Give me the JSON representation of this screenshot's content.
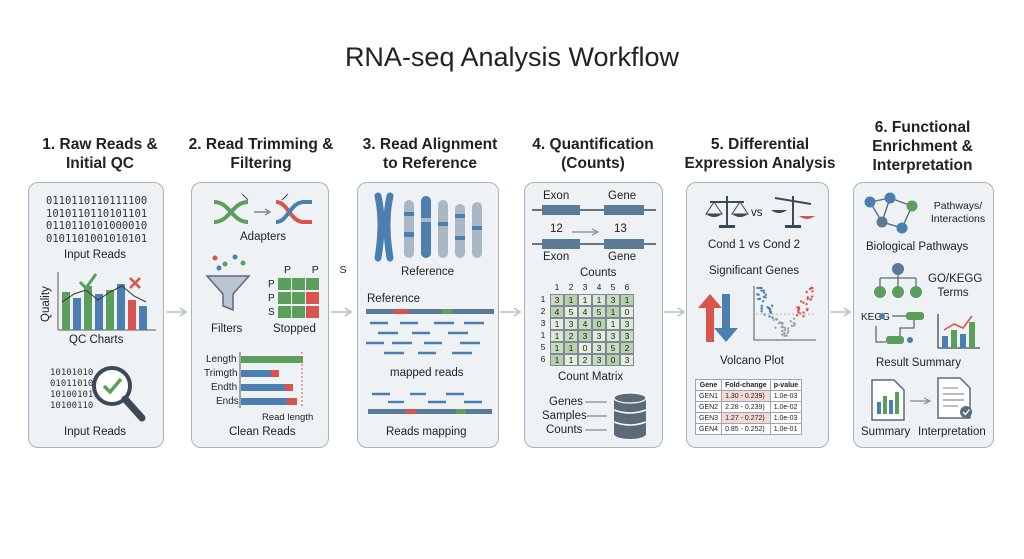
{
  "title": "RNA-seq Analysis Workflow",
  "colors": {
    "panel_bg": "#eef2f5",
    "panel_border": "#a7b3bd",
    "green": "#5c9f5c",
    "red": "#d9534f",
    "blue": "#4a7fb0",
    "slate": "#5b7a95"
  },
  "steps": [
    {
      "title": "1. Raw Reads & Initial QC",
      "binary": "0110110110111100\n1010110110101101\n0110110101000010\n0101101001010101",
      "label_top": "Input Reads",
      "axis": "Quality",
      "label_mid": "QC Charts",
      "binary_small": "10101010\n01011010\n10100101\n10100110",
      "label_bottom": "Input Reads"
    },
    {
      "title": "2. Read Trimming & Filtering",
      "adapters": "Adapters",
      "filters": "Filters",
      "stopped": "Stopped",
      "pps": [
        "P",
        "P",
        "S"
      ],
      "bar_labels": [
        "Length",
        "Trimgth",
        "Endth",
        "Ends"
      ],
      "read_length": "Read length",
      "clean_reads": "Clean Reads"
    },
    {
      "title": "3. Read Alignment to Reference",
      "reference": "Reference",
      "reference2": "Reference",
      "mapped_reads": "mapped reads",
      "reads_mapping": "Reads mapping"
    },
    {
      "title": "4. Quantification (Counts)",
      "exon": "Exon",
      "gene": "Gene",
      "n1": "12",
      "n2": "13",
      "exon2": "Exon",
      "gene2": "Gene",
      "counts": "Counts",
      "col_headers": [
        "1",
        "2",
        "3",
        "4",
        "5",
        "6"
      ],
      "rows": [
        [
          "1",
          "3",
          "1",
          "1",
          "1",
          "3",
          "1"
        ],
        [
          "2",
          "4",
          "5",
          "4",
          "5",
          "1",
          "0"
        ],
        [
          "3",
          "1",
          "3",
          "4",
          "0",
          "1",
          "3"
        ],
        [
          "1",
          "1",
          "2",
          "3",
          "3",
          "3",
          "3"
        ],
        [
          "5",
          "1",
          "1",
          "0",
          "3",
          "5",
          "2"
        ],
        [
          "6",
          "1",
          "1",
          "2",
          "3",
          "0",
          "3"
        ]
      ],
      "matrix_label": "Count Matrix",
      "db_labels": [
        "Genes",
        "Samples",
        "Counts"
      ]
    },
    {
      "title": "5. Differential Expression Analysis",
      "vs": "vs",
      "cond": "Cond 1 vs Cond 2",
      "sig": "Significant Genes",
      "volcano": "Volcano Plot",
      "table_headers": [
        "Gene",
        "Fold-change",
        "p-value"
      ],
      "table_rows": [
        [
          "GEN1",
          "1.30 - 0.239)",
          "1.0e-03"
        ],
        [
          "GEN2",
          "2.28 - 0.239)",
          "1.0e-02"
        ],
        [
          "GEN3",
          "1.27 - 0.272)",
          "1.0e-03"
        ],
        [
          "GEN4",
          "0.85 - 0.252)",
          "1.0e-01"
        ]
      ]
    },
    {
      "title": "6. Functional Enrichment & Interpretation",
      "pathways_inter": "Pathways/ Interactions",
      "bio": "Biological Pathways",
      "gokegg": "GO/KEGG Terms",
      "kegg": "KEGG",
      "result": "Result Summary",
      "summary": "Summary",
      "interp": "Interpretation"
    }
  ]
}
